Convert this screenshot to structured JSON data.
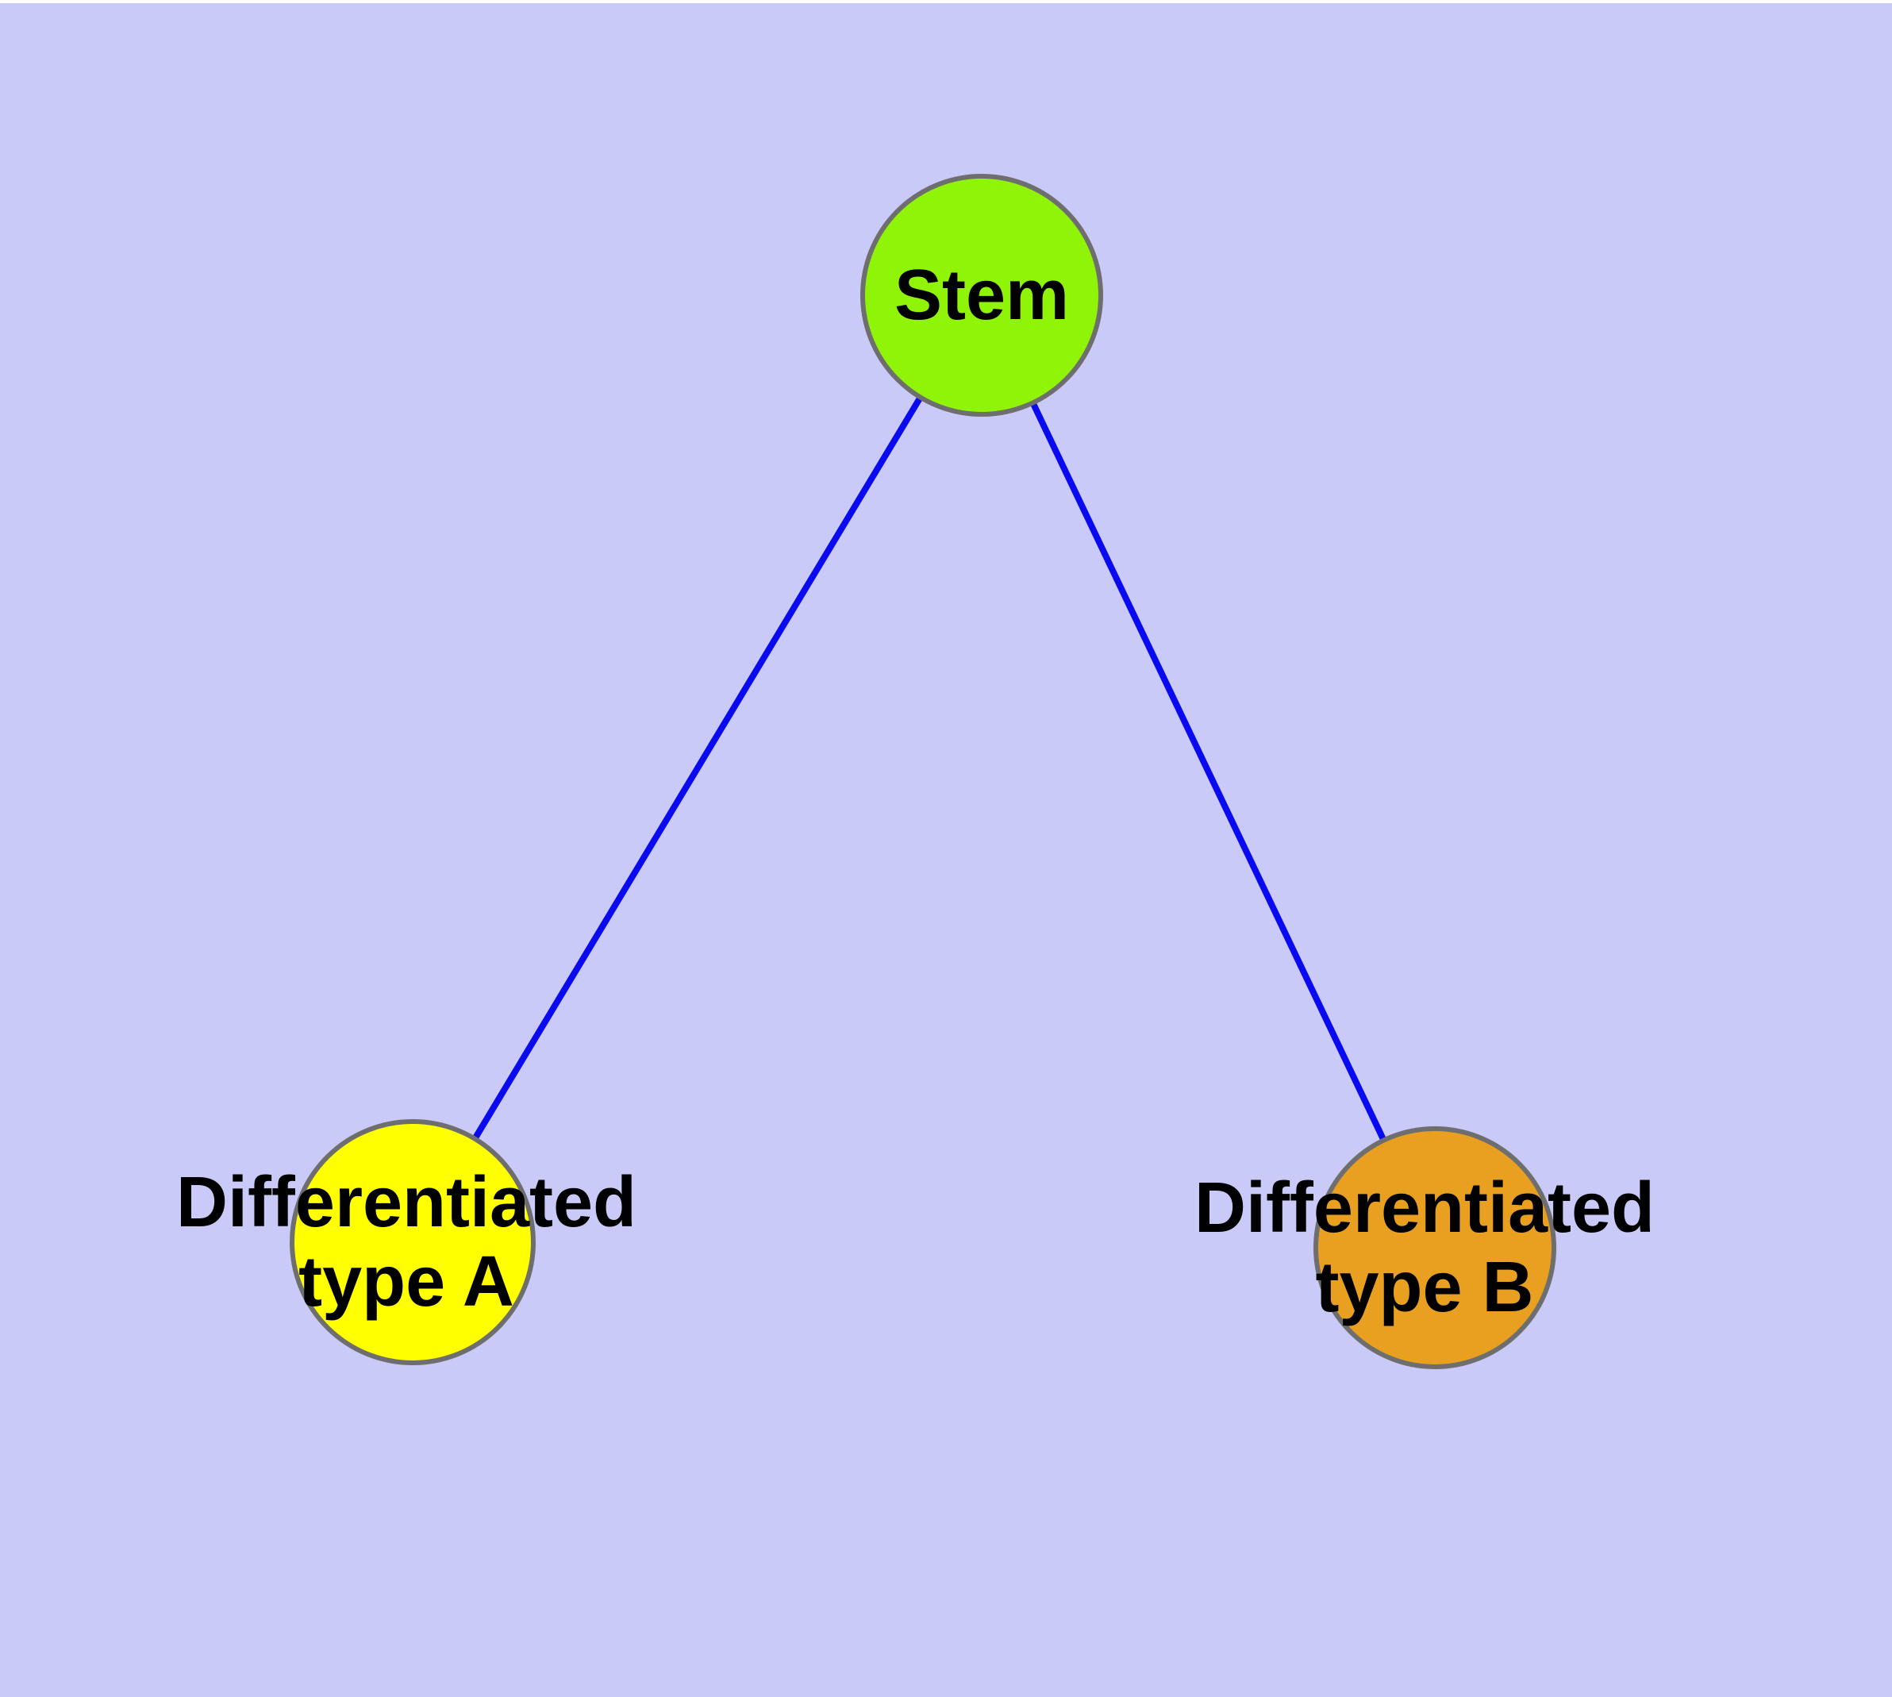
{
  "diagram": {
    "background_color": "#CACAF8",
    "edge_color": "#0A0AF0",
    "node_border_color": "#6E6E6E",
    "nodes": {
      "stem": {
        "label": "Stem",
        "fill": "#90F408"
      },
      "type_a": {
        "label_line1": "Differentiated",
        "label_line2": "type A",
        "fill": "#FFFF00"
      },
      "type_b": {
        "label_line1": "Differentiated",
        "label_line2": "type B",
        "fill": "#E9A020"
      }
    },
    "edges": [
      {
        "from": "Stem",
        "to": "Differentiated type A"
      },
      {
        "from": "Stem",
        "to": "Differentiated type B"
      }
    ]
  }
}
